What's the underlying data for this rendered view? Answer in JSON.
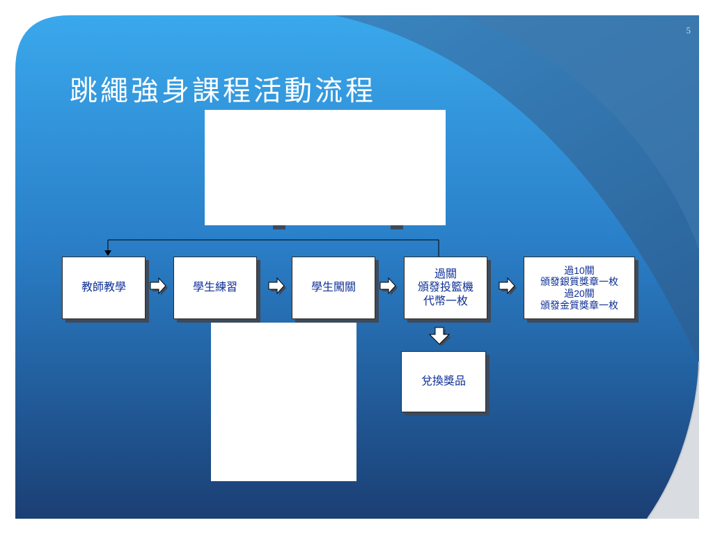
{
  "slide": {
    "title": "跳繩強身課程活動流程",
    "page_number": "5"
  },
  "flow": {
    "teacher_teaching": "教師教學",
    "student_practice": "學生練習",
    "student_challenge": "學生闖關",
    "pass_reward": "過關\n頒發投籃機\n代幣一枚",
    "medal_reward": "過10關\n頒發銀質獎章一枚\n過20關\n頒發金質獎章一枚",
    "redeem_prize": "兌換獎品"
  },
  "colors": {
    "box_text": "#0d2f96",
    "box_border": "#2a2a2a",
    "box_shadow": "#3d4a5c",
    "title_text": "#ffffff"
  }
}
